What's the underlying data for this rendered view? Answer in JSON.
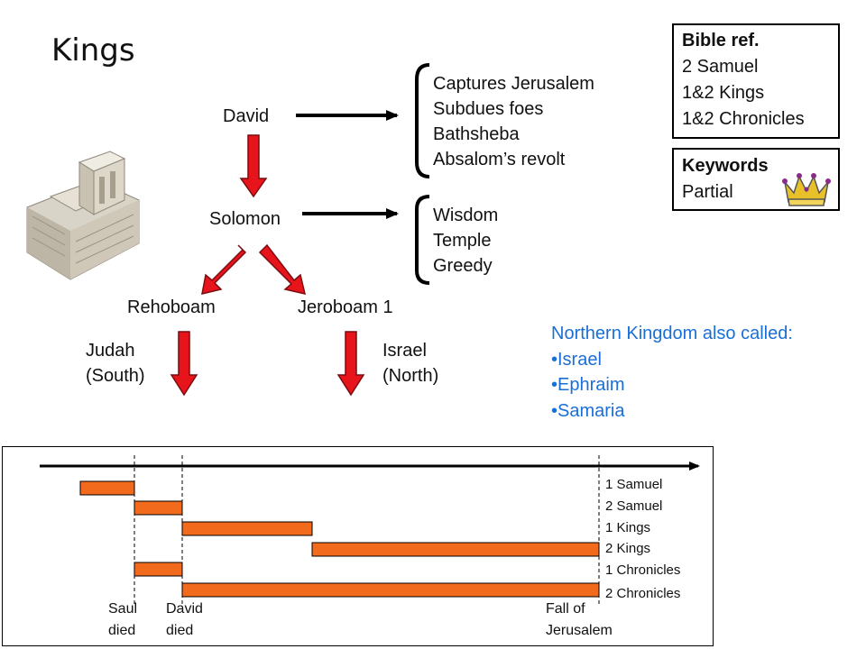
{
  "title": "Kings",
  "bible_ref": {
    "heading": "Bible ref.",
    "lines": [
      "2 Samuel",
      "1&2 Kings",
      "1&2 Chronicles"
    ]
  },
  "keywords": {
    "heading": "Keywords",
    "value": "Partial",
    "icon": "crown-icon"
  },
  "temple_image": "temple-model-image",
  "people": {
    "david": "David",
    "solomon": "Solomon",
    "rehoboam": "Rehoboam",
    "jeroboam": "Jeroboam 1"
  },
  "david_events": [
    "Captures Jerusalem",
    "Subdues foes",
    "Bathsheba",
    "Absalom’s revolt"
  ],
  "solomon_traits": [
    "Wisdom",
    "Temple",
    "Greedy"
  ],
  "judah": [
    "Judah",
    "(South)"
  ],
  "israel": [
    "Israel",
    "(North)"
  ],
  "northern_kingdom": {
    "heading": "Northern Kingdom also called:",
    "names": [
      "•Israel",
      "•Ephraim",
      "•Samaria"
    ]
  },
  "timeline": {
    "books": [
      "1 Samuel",
      "2 Samuel",
      "1 Kings",
      "2 Kings",
      "1 Chronicles",
      "2 Chronicles"
    ],
    "markers": {
      "saul": [
        "Saul",
        "died"
      ],
      "david": [
        "David",
        "died"
      ],
      "fall": [
        "Fall of",
        "Jerusalem"
      ]
    }
  },
  "colors": {
    "red_arrow": "#e8141c",
    "bar_fill": "#f26a1b",
    "blue_text": "#1a6fd6"
  }
}
